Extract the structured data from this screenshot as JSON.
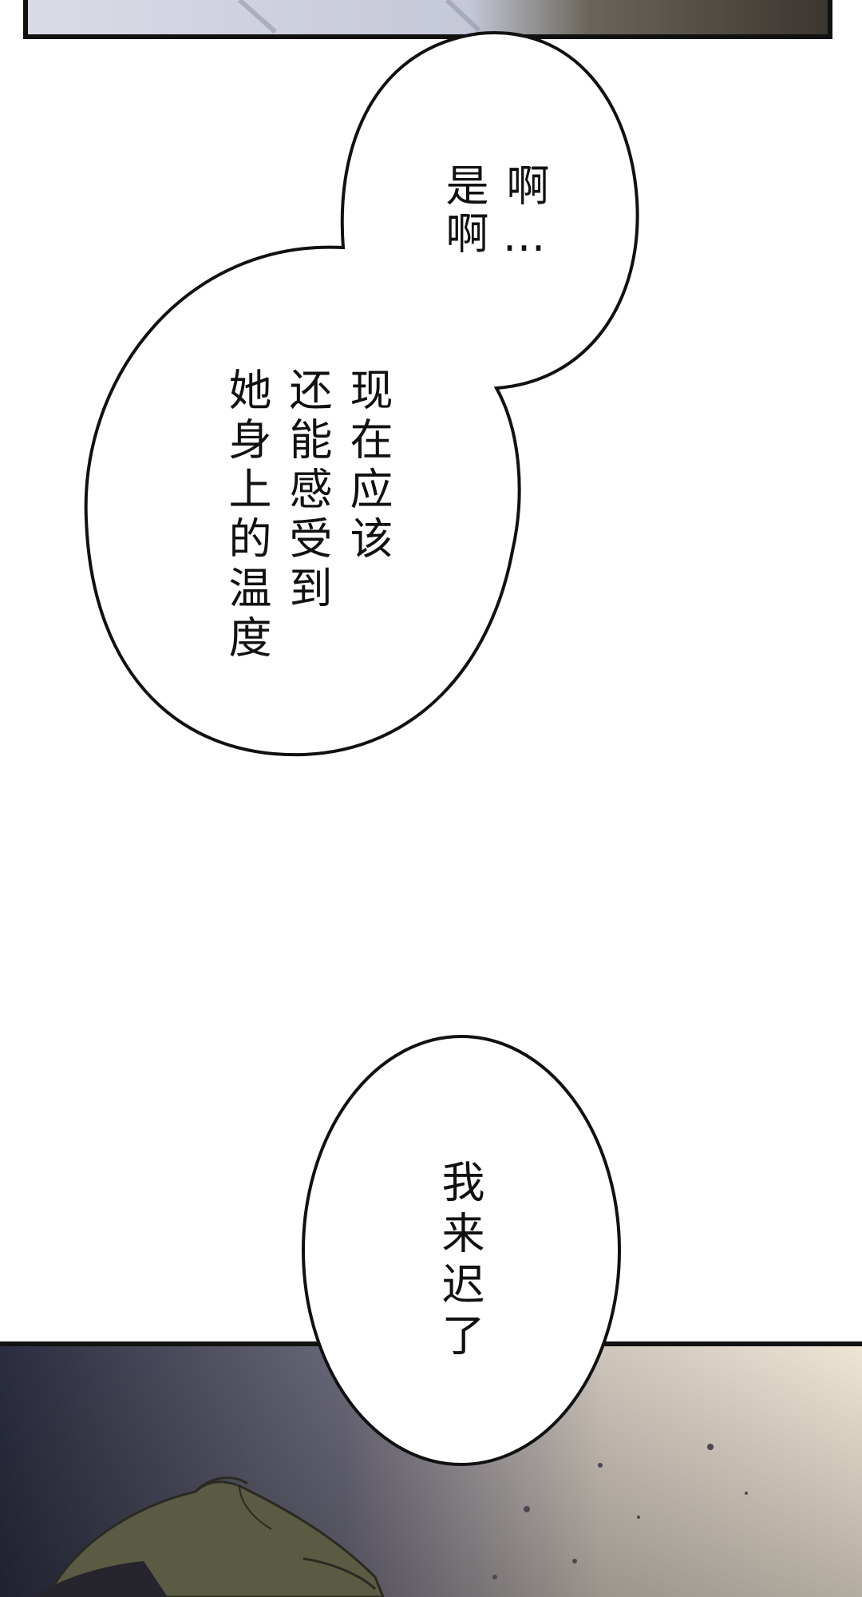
{
  "page": {
    "background_color": "#ffffff",
    "panel_border_color": "#111111"
  },
  "bubbles": {
    "first": {
      "text": "啊…\n是啊"
    },
    "second": {
      "text": "现在应该\n还能感受到\n她身上的温度"
    },
    "third": {
      "text": "我来迟了"
    }
  },
  "art": {
    "top_panel": "rain-scene-artwork",
    "bottom_panel": "character-hair-artwork",
    "colors": {
      "dark_blue": "#2c3041",
      "mid_gray": "#8c8a92",
      "warm_light": "#e8dccb",
      "hair_olive": "#5b5a43"
    }
  }
}
